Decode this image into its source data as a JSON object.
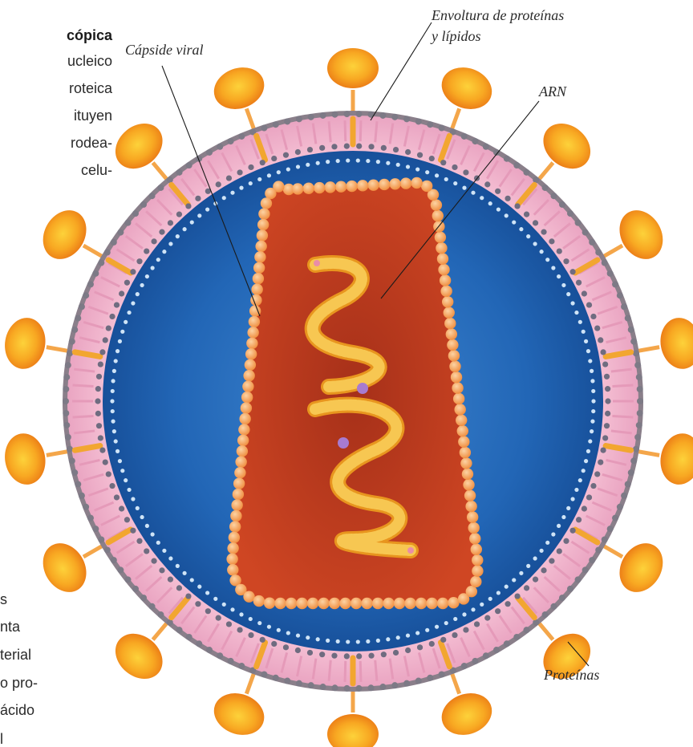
{
  "page_text": {
    "heading_fragment": "cópica",
    "top_lines": [
      "ucleico",
      "roteica",
      "ituyen",
      "rodea-",
      "celu-"
    ],
    "bottom_lines": [
      "s",
      "nta",
      "terial",
      "o pro-",
      "ácido",
      "l"
    ]
  },
  "labels": {
    "capsid": "Cápside viral",
    "envelope_line1": "Envoltura de proteínas",
    "envelope_line2": "y lípidos",
    "rna": "ARN",
    "proteins": "Proteínas"
  },
  "colors": {
    "envelope_pink": "#f2b6cd",
    "interior_blue": "#1f63b3",
    "capsid_red": "#c23a1e",
    "capsid_bead": "#f5a25a",
    "spike_orange": "#f5a020",
    "rna_yellow": "#f2b640",
    "leader_line": "#1a1a1a"
  }
}
